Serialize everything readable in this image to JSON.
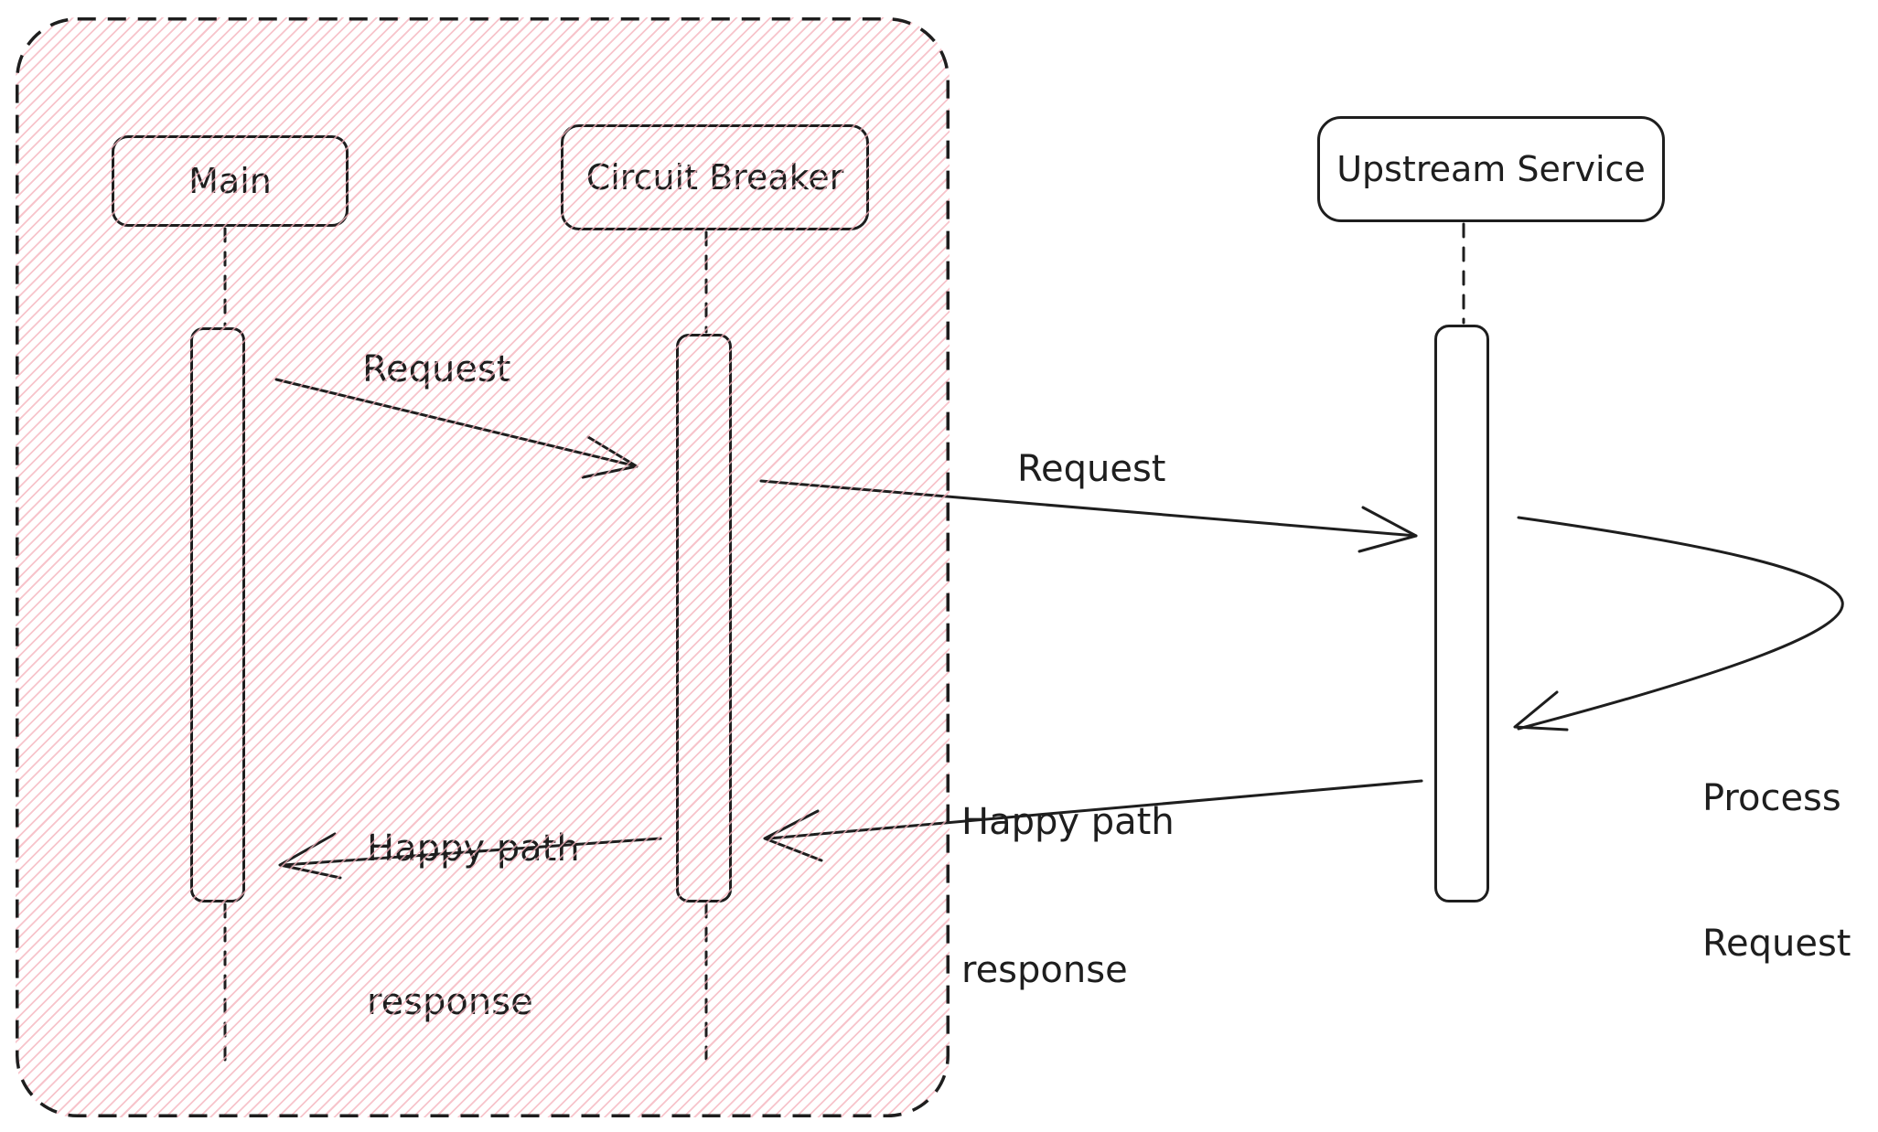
{
  "diagram": {
    "kind": "sequence-diagram",
    "colors": {
      "stroke": "#1e1e1e",
      "hachure_fill": "#f4b0ba",
      "background": "#ffffff"
    },
    "group": {
      "description": "dashed rounded container with red hachure fill enclosing Main and Circuit Breaker"
    },
    "actors": [
      {
        "id": "main",
        "label": "Main",
        "in_group": true
      },
      {
        "id": "circuit_breaker",
        "label": "Circuit Breaker",
        "in_group": true
      },
      {
        "id": "upstream_service",
        "label": "Upstream Service",
        "in_group": false
      }
    ],
    "messages": [
      {
        "id": "request_1",
        "from": "main",
        "to": "circuit_breaker",
        "label": "Request"
      },
      {
        "id": "request_2",
        "from": "circuit_breaker",
        "to": "upstream_service",
        "label": "Request"
      },
      {
        "id": "process_request",
        "from": "upstream_service",
        "to": "upstream_service",
        "line1": "Process",
        "line2": "Request"
      },
      {
        "id": "happy_path_response_1",
        "from": "upstream_service",
        "to": "circuit_breaker",
        "line1": "Happy path",
        "line2": "response"
      },
      {
        "id": "happy_path_response_2",
        "from": "circuit_breaker",
        "to": "main",
        "line1": "Happy path",
        "line2": "response"
      }
    ]
  }
}
